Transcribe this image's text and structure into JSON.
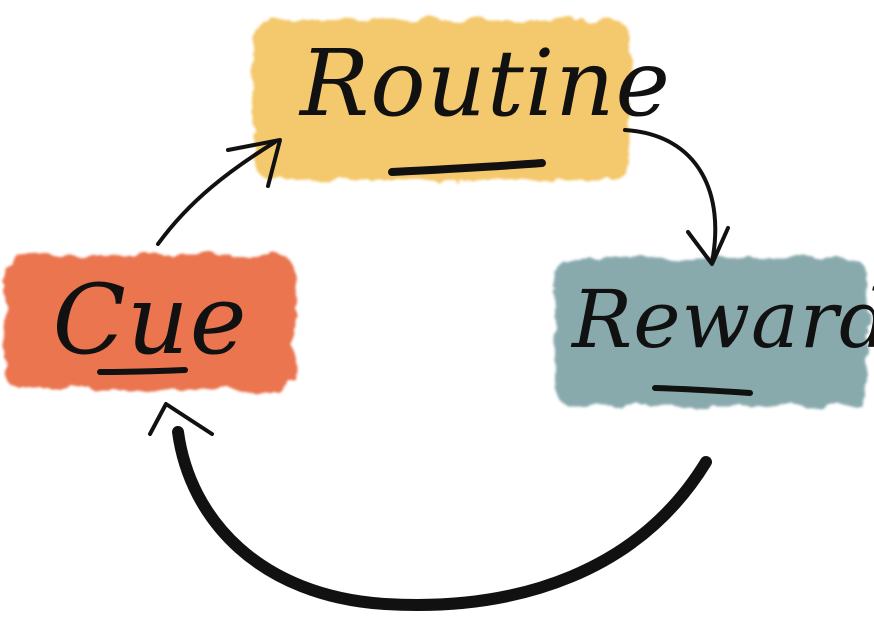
{
  "diagram": {
    "nodes": [
      {
        "id": "routine",
        "label": "Routine",
        "color": "#f3c35e"
      },
      {
        "id": "reward",
        "label": "Reward",
        "color": "#7fa3a6"
      },
      {
        "id": "cue",
        "label": "Cue",
        "color": "#e8683f"
      }
    ],
    "edges": [
      {
        "from": "routine",
        "to": "reward"
      },
      {
        "from": "reward",
        "to": "cue"
      },
      {
        "from": "cue",
        "to": "routine"
      }
    ],
    "stroke_color": "#111111"
  }
}
